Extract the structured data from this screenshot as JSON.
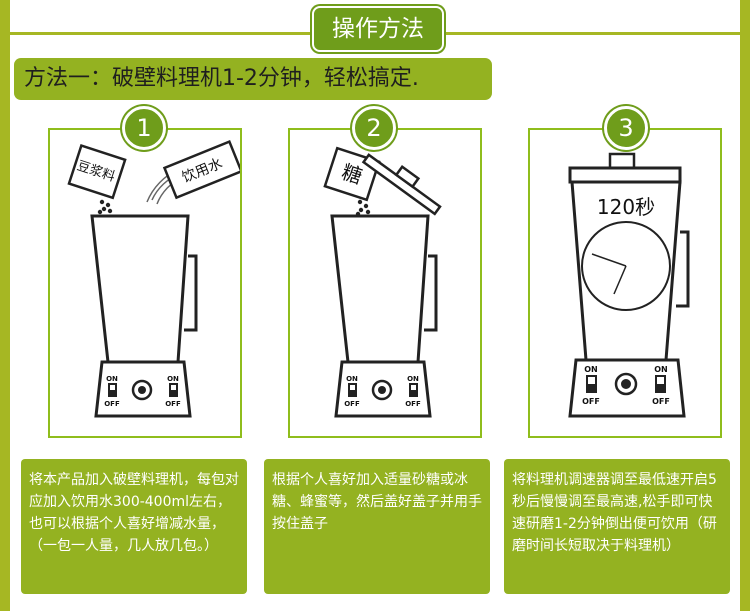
{
  "header": {
    "title": "操作方法"
  },
  "method": {
    "title": "方法一：破壁料理机1-2分钟，轻松搞定."
  },
  "steps": [
    {
      "number": "1",
      "tag_beans": "豆浆料",
      "tag_water": "饮用水",
      "switch_on": "ON",
      "switch_off": "OFF",
      "description": "将本产品加入破壁料理机，每包对应加入饮用水300-400ml左右，也可以根据个人喜好增减水量，（一包一人量，几人放几包。）"
    },
    {
      "number": "2",
      "tag_sugar": "糖",
      "switch_on": "ON",
      "switch_off": "OFF",
      "description": "根据个人喜好加入适量砂糖或冰糖、蜂蜜等，然后盖好盖子并用手按住盖子"
    },
    {
      "number": "3",
      "timer_text": "120秒",
      "switch_on": "ON",
      "switch_off": "OFF",
      "description": "将料理机调速器调至最低速开启5秒后慢慢调至最高速,松手即可快速研磨1-2分钟倒出便可饮用（研磨时间长短取决于料理机）"
    }
  ],
  "colors": {
    "accent_dark": "#6f9d1b",
    "accent": "#94b221",
    "edge": "#a6b723"
  }
}
